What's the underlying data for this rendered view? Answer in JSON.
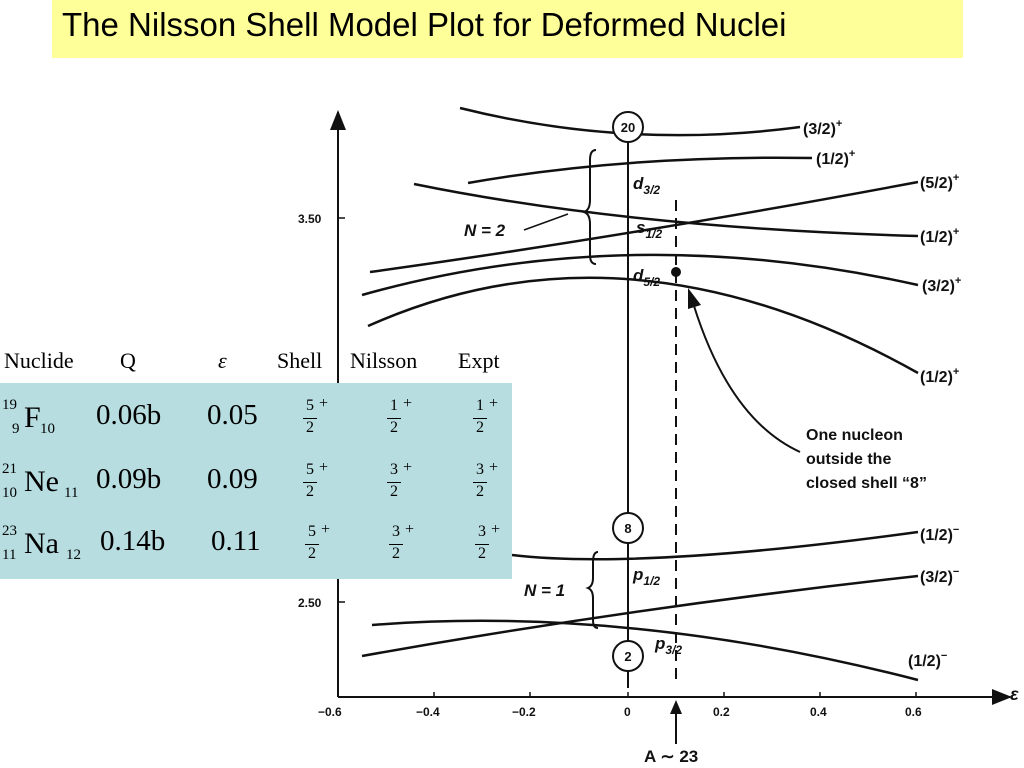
{
  "title": "The Nilsson Shell Model Plot for Deformed Nuclei",
  "diagram": {
    "axis": {
      "x_label": "ε",
      "x_ticks": [
        "−0.6",
        "−0.4",
        "−0.2",
        "0",
        "0.2",
        "0.4",
        "0.6"
      ],
      "y_ticks": [
        "3.50",
        "2.50"
      ]
    },
    "magic_numbers": [
      "20",
      "8",
      "2"
    ],
    "subshells": [
      {
        "base": "d",
        "sub": "3/2"
      },
      {
        "base": "s",
        "sub": "1/2"
      },
      {
        "base": "d",
        "sub": "5/2"
      },
      {
        "base": "p",
        "sub": "1/2"
      },
      {
        "base": "p",
        "sub": "3/2"
      }
    ],
    "level_labels": [
      {
        "frac": "(3/2)",
        "parity": "+"
      },
      {
        "frac": "(1/2)",
        "parity": "+"
      },
      {
        "frac": "(5/2)",
        "parity": "+"
      },
      {
        "frac": "(1/2)",
        "parity": "+"
      },
      {
        "frac": "(3/2)",
        "parity": "+"
      },
      {
        "frac": "(1/2)",
        "parity": "+"
      },
      {
        "frac": "(1/2)",
        "parity": "−"
      },
      {
        "frac": "(3/2)",
        "parity": "−"
      },
      {
        "frac": "(1/2)",
        "parity": "−"
      }
    ],
    "shell_groups": [
      "N = 2",
      "N = 1"
    ],
    "annotation": [
      "One nucleon",
      "outside the",
      "closed shell “8”"
    ],
    "marker_label": "A ∼ 23"
  },
  "table": {
    "headers": [
      "Nuclide",
      "Q",
      "ε",
      "Shell",
      "Nilsson",
      "Expt"
    ],
    "rows": [
      {
        "nuclide": {
          "A": "19",
          "Z": "9",
          "symbol": "F",
          "N": "10"
        },
        "Q": "0.06b",
        "eps": "0.05",
        "shell": {
          "num": "5",
          "den": "2",
          "parity": "+"
        },
        "nilsson": {
          "num": "1",
          "den": "2",
          "parity": "+"
        },
        "expt": {
          "num": "1",
          "den": "2",
          "parity": "+"
        }
      },
      {
        "nuclide": {
          "A": "21",
          "Z": "10",
          "symbol": "Ne",
          "N": "11"
        },
        "Q": "0.09b",
        "eps": "0.09",
        "shell": {
          "num": "5",
          "den": "2",
          "parity": "+"
        },
        "nilsson": {
          "num": "3",
          "den": "2",
          "parity": "+"
        },
        "expt": {
          "num": "3",
          "den": "2",
          "parity": "+"
        }
      },
      {
        "nuclide": {
          "A": "23",
          "Z": "11",
          "symbol": "Na",
          "N": "12"
        },
        "Q": "0.14b",
        "eps": "0.11",
        "shell": {
          "num": "5",
          "den": "2",
          "parity": "+"
        },
        "nilsson": {
          "num": "3",
          "den": "2",
          "parity": "+"
        },
        "expt": {
          "num": "3",
          "den": "2",
          "parity": "+"
        }
      }
    ]
  },
  "colors": {
    "title_bg": "#ffff99",
    "table_bg": "#b7dde0",
    "ink": "#111111"
  }
}
